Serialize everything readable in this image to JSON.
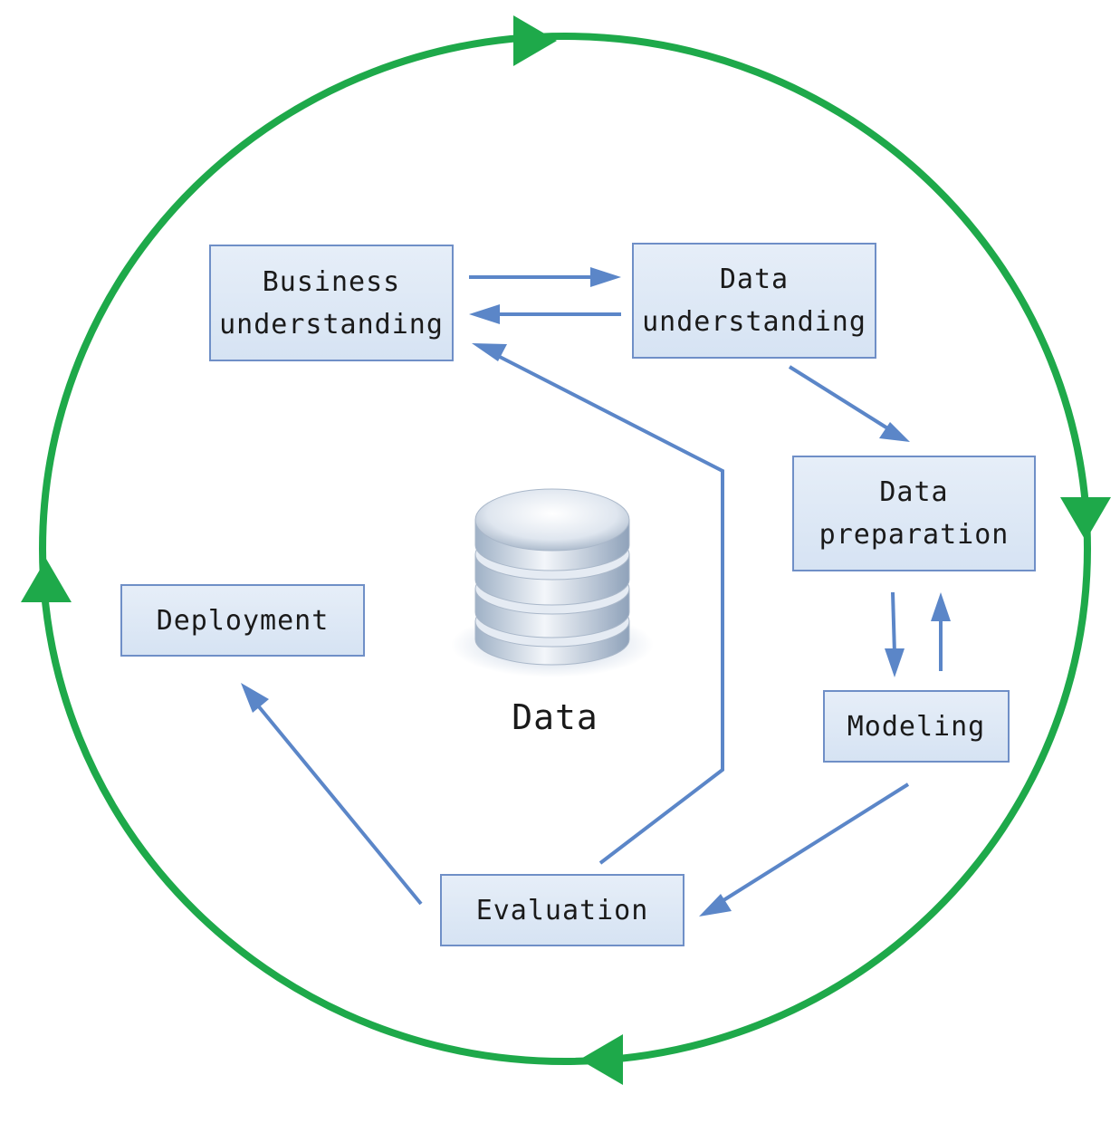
{
  "diagram": {
    "stages": {
      "business_understanding": "Business\nunderstanding",
      "data_understanding": "Data\nunderstanding",
      "data_preparation": "Data\npreparation",
      "modeling": "Modeling",
      "evaluation": "Evaluation",
      "deployment": "Deployment"
    },
    "center_label": "Data",
    "colors": {
      "outer_cycle": "#1ea94a",
      "flow_arrow": "#5b86c8",
      "box_border": "#6f8fc7",
      "box_fill": "#dde7f5"
    }
  }
}
